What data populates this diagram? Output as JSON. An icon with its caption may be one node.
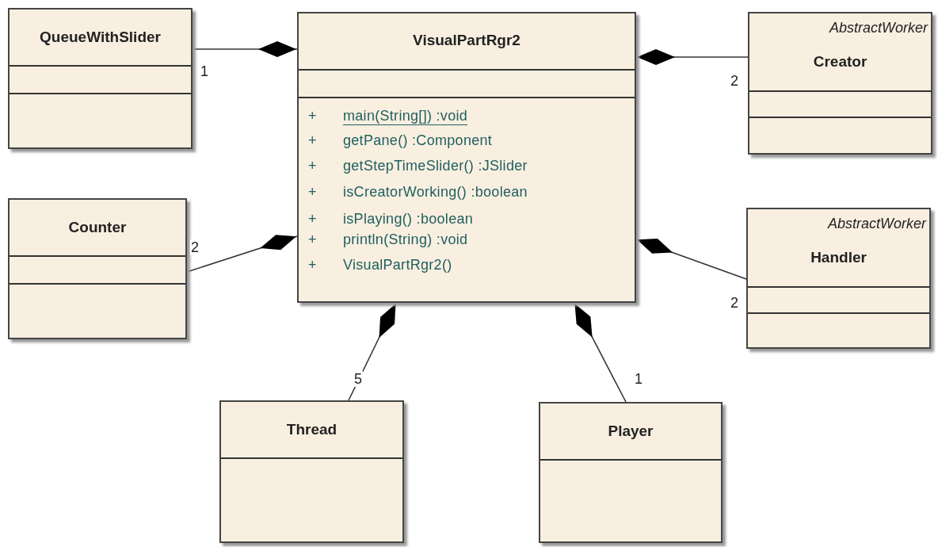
{
  "diagram": {
    "nodes": [
      {
        "text": [
          "QueueWithSlider"
        ]
      },
      {
        "text": [
          "VisualPartRgr2",
          "+",
          "main(String[]) :void",
          "+",
          "getPane() :Component",
          "+",
          "getStepTimeSlider() :JSlider",
          "+",
          "isCreatorWorking() :boolean",
          "+",
          "isPlaying() :boolean",
          "+",
          "println(String) :void",
          "+",
          "VisualPartRgr2()"
        ]
      },
      {
        "text": [
          "AbstractWorker",
          "Creator"
        ]
      },
      {
        "text": [
          "Counter"
        ]
      },
      {
        "text": [
          "AbstractWorker",
          "Handler"
        ]
      },
      {
        "text": [
          "Thread"
        ]
      },
      {
        "text": [
          "Player"
        ]
      }
    ],
    "edges": [
      {
        "from": 1,
        "to": 0,
        "arrow": "other",
        "label": "1"
      },
      {
        "from": 1,
        "to": 2,
        "arrow": "other",
        "label": "2"
      },
      {
        "from": 1,
        "to": 3,
        "arrow": "other",
        "label": "2"
      },
      {
        "from": 1,
        "to": 4,
        "arrow": "other",
        "label": "2"
      },
      {
        "from": 1,
        "to": 5,
        "arrow": "other",
        "label": "5"
      },
      {
        "from": 1,
        "to": 6,
        "arrow": "other",
        "label": "1"
      }
    ]
  }
}
